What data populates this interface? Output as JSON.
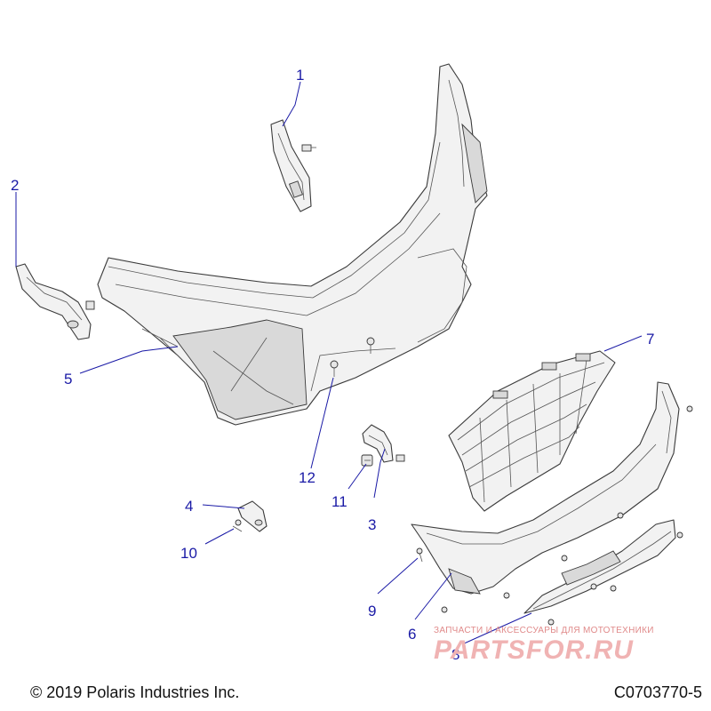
{
  "callouts": [
    {
      "number": "1",
      "part": "bracket-right-upper"
    },
    {
      "number": "2",
      "part": "bracket-left"
    },
    {
      "number": "3",
      "part": "bracket-center"
    },
    {
      "number": "4",
      "part": "bracket-small"
    },
    {
      "number": "5",
      "part": "front-frame"
    },
    {
      "number": "6",
      "part": "front-bumper"
    },
    {
      "number": "7",
      "part": "grille"
    },
    {
      "number": "8",
      "part": "skid-plate"
    },
    {
      "number": "9",
      "part": "screw"
    },
    {
      "number": "10",
      "part": "screw"
    },
    {
      "number": "11",
      "part": "clip-nut"
    },
    {
      "number": "12",
      "part": "push-rivet"
    }
  ],
  "footer": {
    "copyright": "© 2019 Polaris Industries Inc.",
    "figure_id": "C0703770-5"
  },
  "watermark": {
    "tagline": "ЗАПЧАСТИ И АКСЕССУАРЫ ДЛЯ МОТОТЕХНИКИ",
    "logo": "PARTSFOR.RU"
  },
  "colors": {
    "callout": "#1a1aa6",
    "line_art": "#3a3a3a",
    "watermark": "#f0b3b3"
  }
}
